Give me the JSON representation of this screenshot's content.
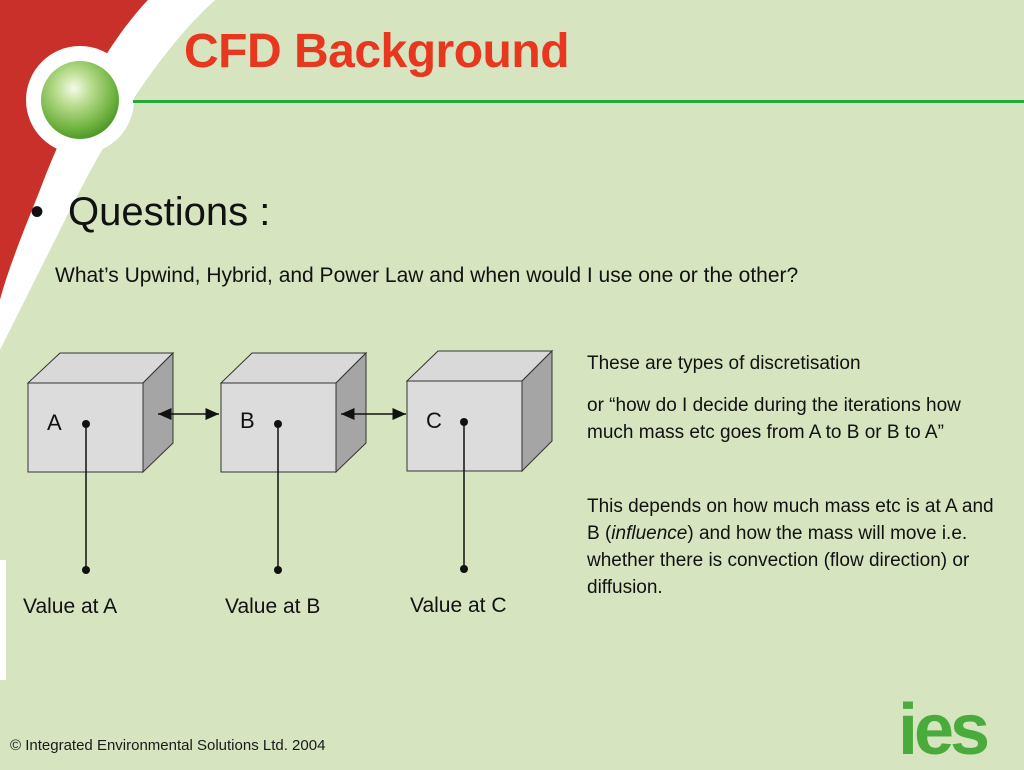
{
  "header": {
    "title": "CFD Background"
  },
  "content": {
    "bullet": "Questions :",
    "question": "What’s Upwind, Hybrid, and Power Law and when would I use one or the other?"
  },
  "diagram": {
    "cells": [
      {
        "label": "A",
        "value_label": "Value at A"
      },
      {
        "label": "B",
        "value_label": "Value at B"
      },
      {
        "label": "C",
        "value_label": "Value at C"
      }
    ]
  },
  "notes": {
    "line1": "These are types of discretisation",
    "line2": "or “how do I decide during the iterations how much mass etc goes from A to B or B to A”",
    "line3_pre": "This depends on how much mass etc is at A and B (",
    "line3_em": "influence",
    "line3_post": ") and how the mass will move i.e. whether there is convection (flow direction) or diffusion."
  },
  "footer": {
    "copyright": "© Integrated Environmental Solutions Ltd. 2004",
    "logo": "ies"
  },
  "colors": {
    "background": "#d6e4c0",
    "title": "#e8371f",
    "rule": "#22a93a",
    "corner_red": "#c9302a",
    "logo_green": "#49ab3b"
  }
}
